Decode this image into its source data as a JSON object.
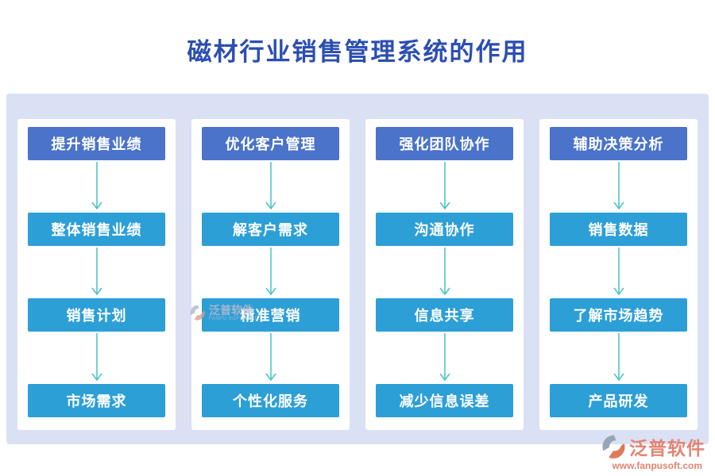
{
  "title": "磁材行业销售管理系统的作用",
  "columns": [
    {
      "header": "提升销售业绩",
      "items": [
        "整体销售业绩",
        "销售计划",
        "市场需求"
      ]
    },
    {
      "header": "优化客户管理",
      "items": [
        "解客户需求",
        "精准营销",
        "个性化服务"
      ]
    },
    {
      "header": "强化团队协作",
      "items": [
        "沟通协作",
        "信息共享",
        "减少信息误差"
      ]
    },
    {
      "header": "辅助决策分析",
      "items": [
        "销售数据",
        "了解市场趋势",
        "产品研发"
      ]
    }
  ],
  "watermark": {
    "text": "泛普软件",
    "subtext": "FANPU SOFTWARE"
  },
  "footer": {
    "brand": "泛普软件",
    "url": "www.fanpusoft.com"
  },
  "icons": {
    "arrow": "arrow-down-icon",
    "logo": "fanpu-swirl-icon"
  },
  "colors": {
    "title": "#2b4eb2",
    "panel": "#dbe1f4",
    "header-box": "#4a73c9",
    "item-box": "#2d9fd7",
    "arrow": "#4fc7c5",
    "brand": "#e28472",
    "wm-text": "#b4c0d4",
    "logo-gray": "#97a5bb",
    "logo-red": "#de7a5e"
  }
}
